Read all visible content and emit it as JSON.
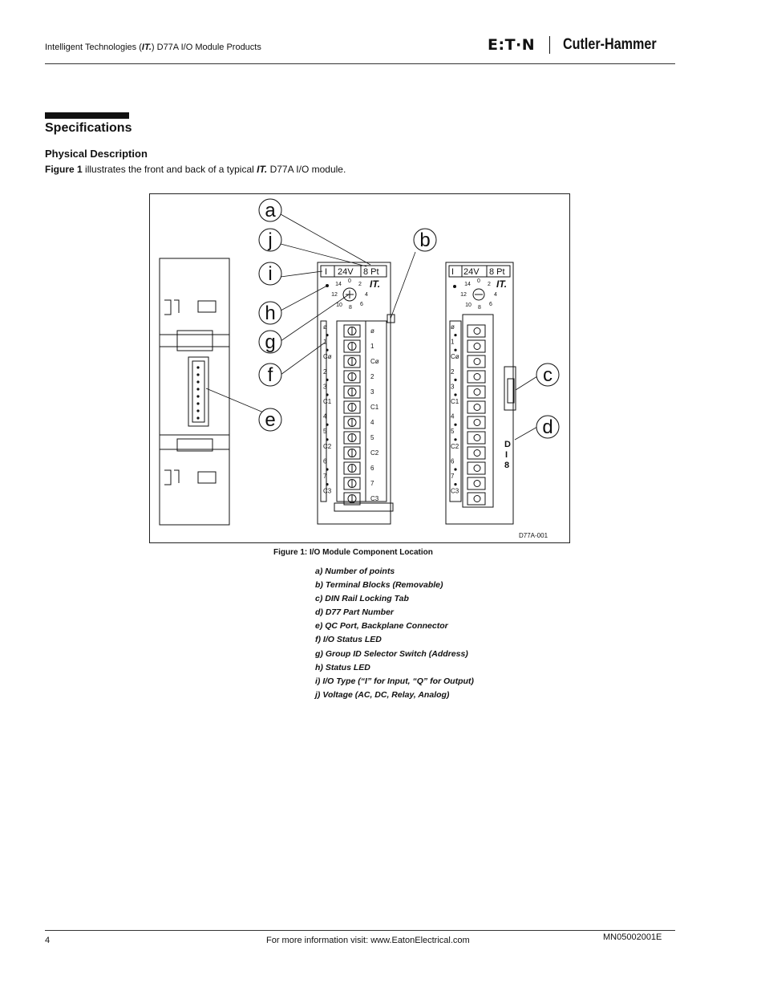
{
  "header": {
    "left_prefix": "Intelligent Technologies (",
    "left_it": "IT.",
    "left_suffix": ") D77A I/O Module Products",
    "brand_logo": "E:T·N",
    "brand_name": "Cutler-Hammer"
  },
  "section": {
    "title": "Specifications",
    "subtitle": "Physical Description",
    "intro_fig": "Figure 1",
    "intro_mid": " illustrates the front and back of a typical ",
    "intro_it": "IT.",
    "intro_end": " D77A I/O module."
  },
  "figure": {
    "callouts": [
      "a",
      "j",
      "i",
      "h",
      "g",
      "f",
      "e",
      "b",
      "c",
      "d"
    ],
    "module_type": "I",
    "module_voltage": "24V",
    "module_points": "8 Pt",
    "logo": "IT.",
    "switch_labels": [
      "0",
      "2",
      "4",
      "6",
      "8",
      "10",
      "12",
      "14"
    ],
    "led_labels": [
      "ø",
      "1",
      "Cø",
      "2",
      "3",
      "C1",
      "4",
      "5",
      "C2",
      "6",
      "7",
      "C3"
    ],
    "terminal_labels": [
      "ø",
      "1",
      "Cø",
      "2",
      "3",
      "C1",
      "4",
      "5",
      "C2",
      "6",
      "7",
      "C3"
    ],
    "part_number": [
      "D",
      "I",
      "8"
    ],
    "drawing_id": "D77A-001",
    "caption": "Figure 1: I/O Module Component Location"
  },
  "legend": [
    "a) Number of points",
    "b) Terminal Blocks (Removable)",
    "c) DIN Rail Locking Tab",
    "d) D77 Part Number",
    "e) QC Port, Backplane Connector",
    "f) I/O Status LED",
    "g) Group ID Selector Switch (Address)",
    "h) Status LED",
    "i) I/O Type (“I” for Input, “Q” for Output)",
    "j) Voltage (AC, DC, Relay, Analog)"
  ],
  "footer": {
    "page": "4",
    "info": "For more information visit: www.EatonElectrical.com",
    "doc_number": "MN05002001E"
  }
}
